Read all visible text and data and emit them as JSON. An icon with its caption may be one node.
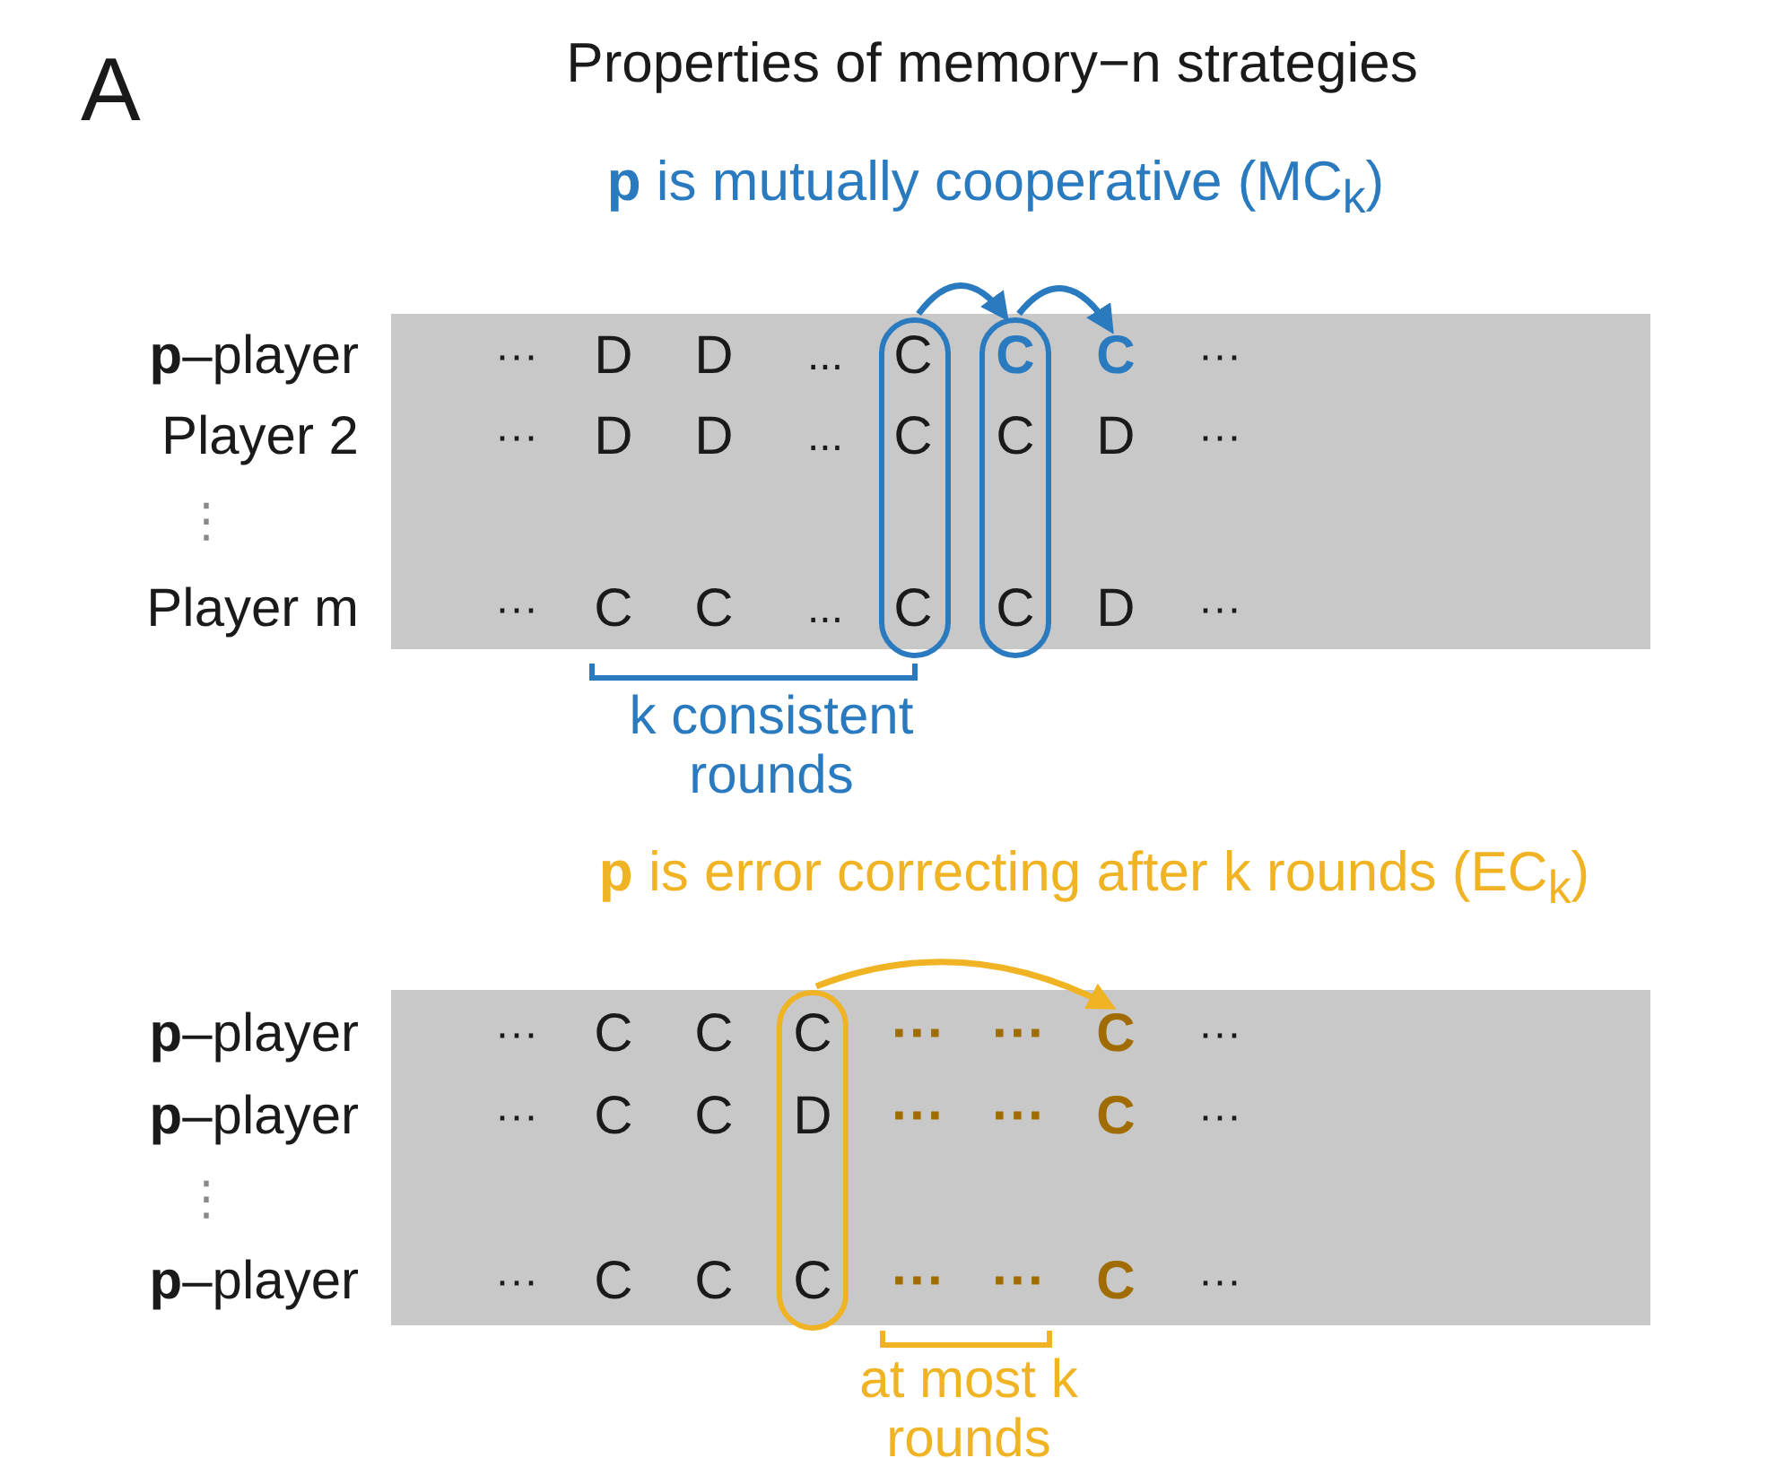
{
  "diagram": {
    "title": "Properties of memory−n strategies",
    "nodes": [
      {
        "text": [],
        "shape": "oval"
      },
      {
        "text": [],
        "shape": "oval"
      },
      {
        "text": [
          "C"
        ]
      },
      {
        "text": [],
        "shape": "oval"
      },
      {
        "text": [
          "C"
        ]
      }
    ],
    "edges": [
      {
        "from": 0,
        "to": 1,
        "arrow": "to"
      },
      {
        "from": 1,
        "to": 2,
        "arrow": "to"
      },
      {
        "from": 3,
        "to": 4,
        "arrow": "to",
        "color": "#f0b323"
      }
    ],
    "labels": [
      "A",
      "**p** is mutually cooperative (MC$_{k}$)",
      "**p**–player",
      "···",
      "D",
      "D",
      "...",
      "C",
      "C",
      "···",
      "Player 2",
      "···",
      "D",
      "D",
      "...",
      "C",
      "C",
      "D",
      "···",
      "⋮",
      "Player m",
      "···",
      "C",
      "C",
      "...",
      "C",
      "C",
      "D",
      "···",
      "k consistent rounds",
      "**p** is error correcting after k rounds (EC$_{k}$)",
      "**p**–player",
      "···",
      "C",
      "C",
      "C",
      "···",
      "···",
      "···",
      "**p**–player",
      "···",
      "C",
      "C",
      "D",
      "···",
      "···",
      "C",
      "···",
      "⋮",
      "**p**–player",
      "···",
      "C",
      "C",
      "C",
      "···",
      "···",
      "C",
      "···",
      "at most k rounds"
    ]
  }
}
